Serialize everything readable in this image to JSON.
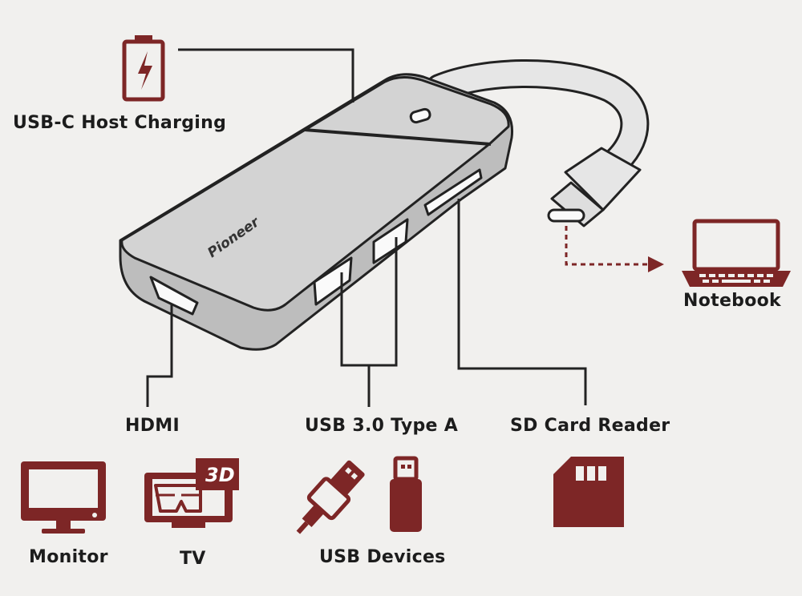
{
  "brand": "Pioneer",
  "labels": {
    "host_charging": "USB-C Host Charging",
    "notebook": "Notebook",
    "hdmi": "HDMI",
    "usb_type_a": "USB 3.0 Type A",
    "sd_card_reader": "SD Card Reader",
    "monitor": "Monitor",
    "tv": "TV",
    "usb_devices": "USB Devices",
    "tv_badge": "3D"
  },
  "icons": {
    "battery": "battery-charging-icon",
    "notebook": "laptop-icon",
    "monitor": "monitor-icon",
    "tv": "3d-tv-icon",
    "usb_cable": "usb-cable-icon",
    "usb_drive": "usb-flash-drive-icon",
    "sd_card": "sd-card-icon"
  },
  "colors": {
    "accent": "#7d2626",
    "line": "#222222",
    "hub_body": "#d2d2d2",
    "background": "#f1f0ee"
  }
}
